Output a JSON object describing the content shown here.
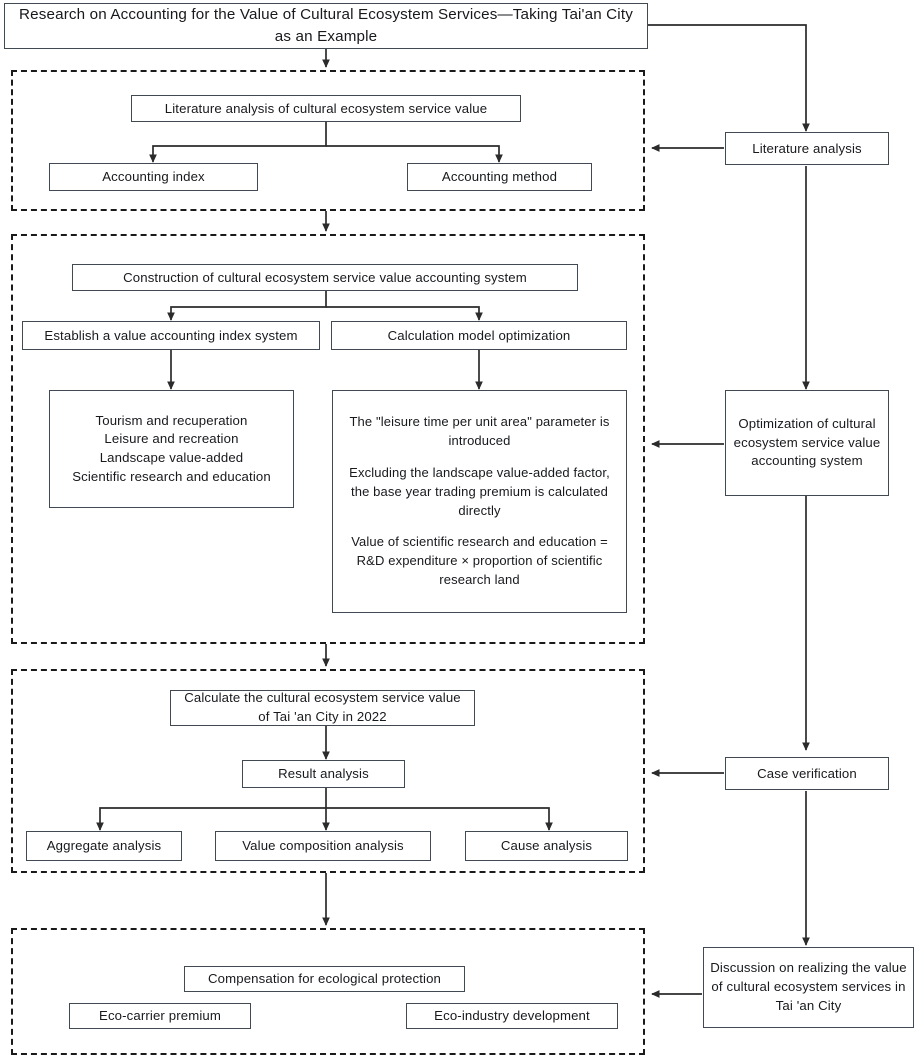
{
  "diagram": {
    "title_box": {
      "label": "Research on Accounting for the Value of Cultural Ecosystem Services—Taking Tai'an City as an Example"
    },
    "stages": [
      {
        "name": "literature-analysis-stage",
        "nodes": {
          "head": "Literature analysis of cultural ecosystem service value",
          "left": "Accounting index",
          "right": "Accounting method"
        },
        "right_label": "Literature analysis"
      },
      {
        "name": "system-construction-stage",
        "nodes": {
          "head": "Construction of cultural ecosystem service value accounting system",
          "left": "Establish a value accounting index system",
          "right": "Calculation model optimization",
          "left_detail_lines": [
            "Tourism and recuperation",
            "Leisure and recreation",
            "Landscape value-added",
            "Scientific research and education"
          ],
          "right_detail_paragraphs": [
            "The \"leisure time per unit area\" parameter is introduced",
            "Excluding the landscape value-added factor, the base year trading premium is calculated directly",
            "Value of scientific research and education = R&D expenditure × proportion of scientific research land"
          ]
        },
        "right_label": "Optimization of cultural ecosystem service value accounting system"
      },
      {
        "name": "case-verification-stage",
        "nodes": {
          "head": "Calculate the cultural ecosystem service value of Tai 'an City in 2022",
          "mid": "Result analysis",
          "leaf_left": "Aggregate analysis",
          "leaf_center": "Value composition analysis",
          "leaf_right": "Cause analysis"
        },
        "right_label": "Case verification"
      },
      {
        "name": "discussion-stage",
        "nodes": {
          "head": "Compensation for ecological protection",
          "left": "Eco-carrier premium",
          "right": "Eco-industry development"
        },
        "right_label": "Discussion on realizing the value of cultural ecosystem services in Tai 'an City"
      }
    ],
    "colors": {
      "node_border": "#414a52",
      "group_border": "#1a1a1a",
      "wire": "#2b2b2b",
      "text": "#17191c",
      "background": "#ffffff"
    }
  }
}
